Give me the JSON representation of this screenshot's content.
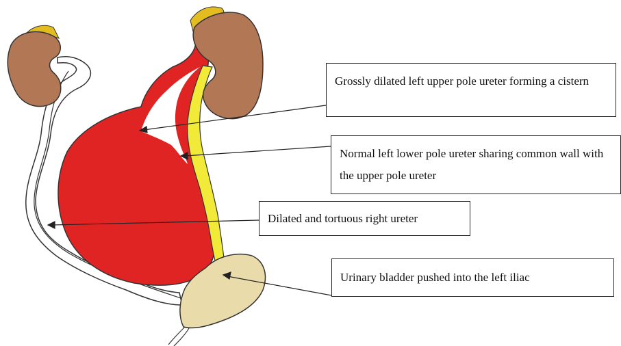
{
  "diagram": {
    "labels": {
      "upper_pole_ureter": "Grossly dilated left upper pole ureter forming a cistern",
      "lower_pole_ureter": "Normal left lower pole ureter sharing common wall with the upper pole ureter",
      "right_ureter": "Dilated and tortuous right ureter",
      "bladder": "Urinary bladder pushed into the left iliac"
    },
    "colors": {
      "kidney": "#b27755",
      "adrenal": "#e3bd1f",
      "cistern": "#e02424",
      "lower_ureter": "#f2ea38",
      "bladder": "#eadcaa",
      "outline": "#333333"
    }
  }
}
